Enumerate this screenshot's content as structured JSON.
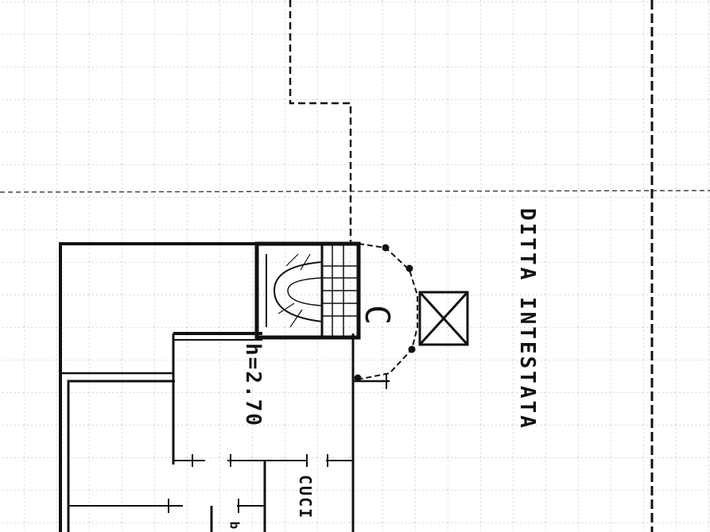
{
  "labels": {
    "owner_text": "DITTA INTESTATA",
    "height_text": "h=2.70",
    "room_letter": "C",
    "kitchen_text": "CUCI",
    "small_text": "b"
  },
  "colors": {
    "ink": "#111111",
    "grid": "#b8b8b8",
    "paper": "#ffffff"
  }
}
